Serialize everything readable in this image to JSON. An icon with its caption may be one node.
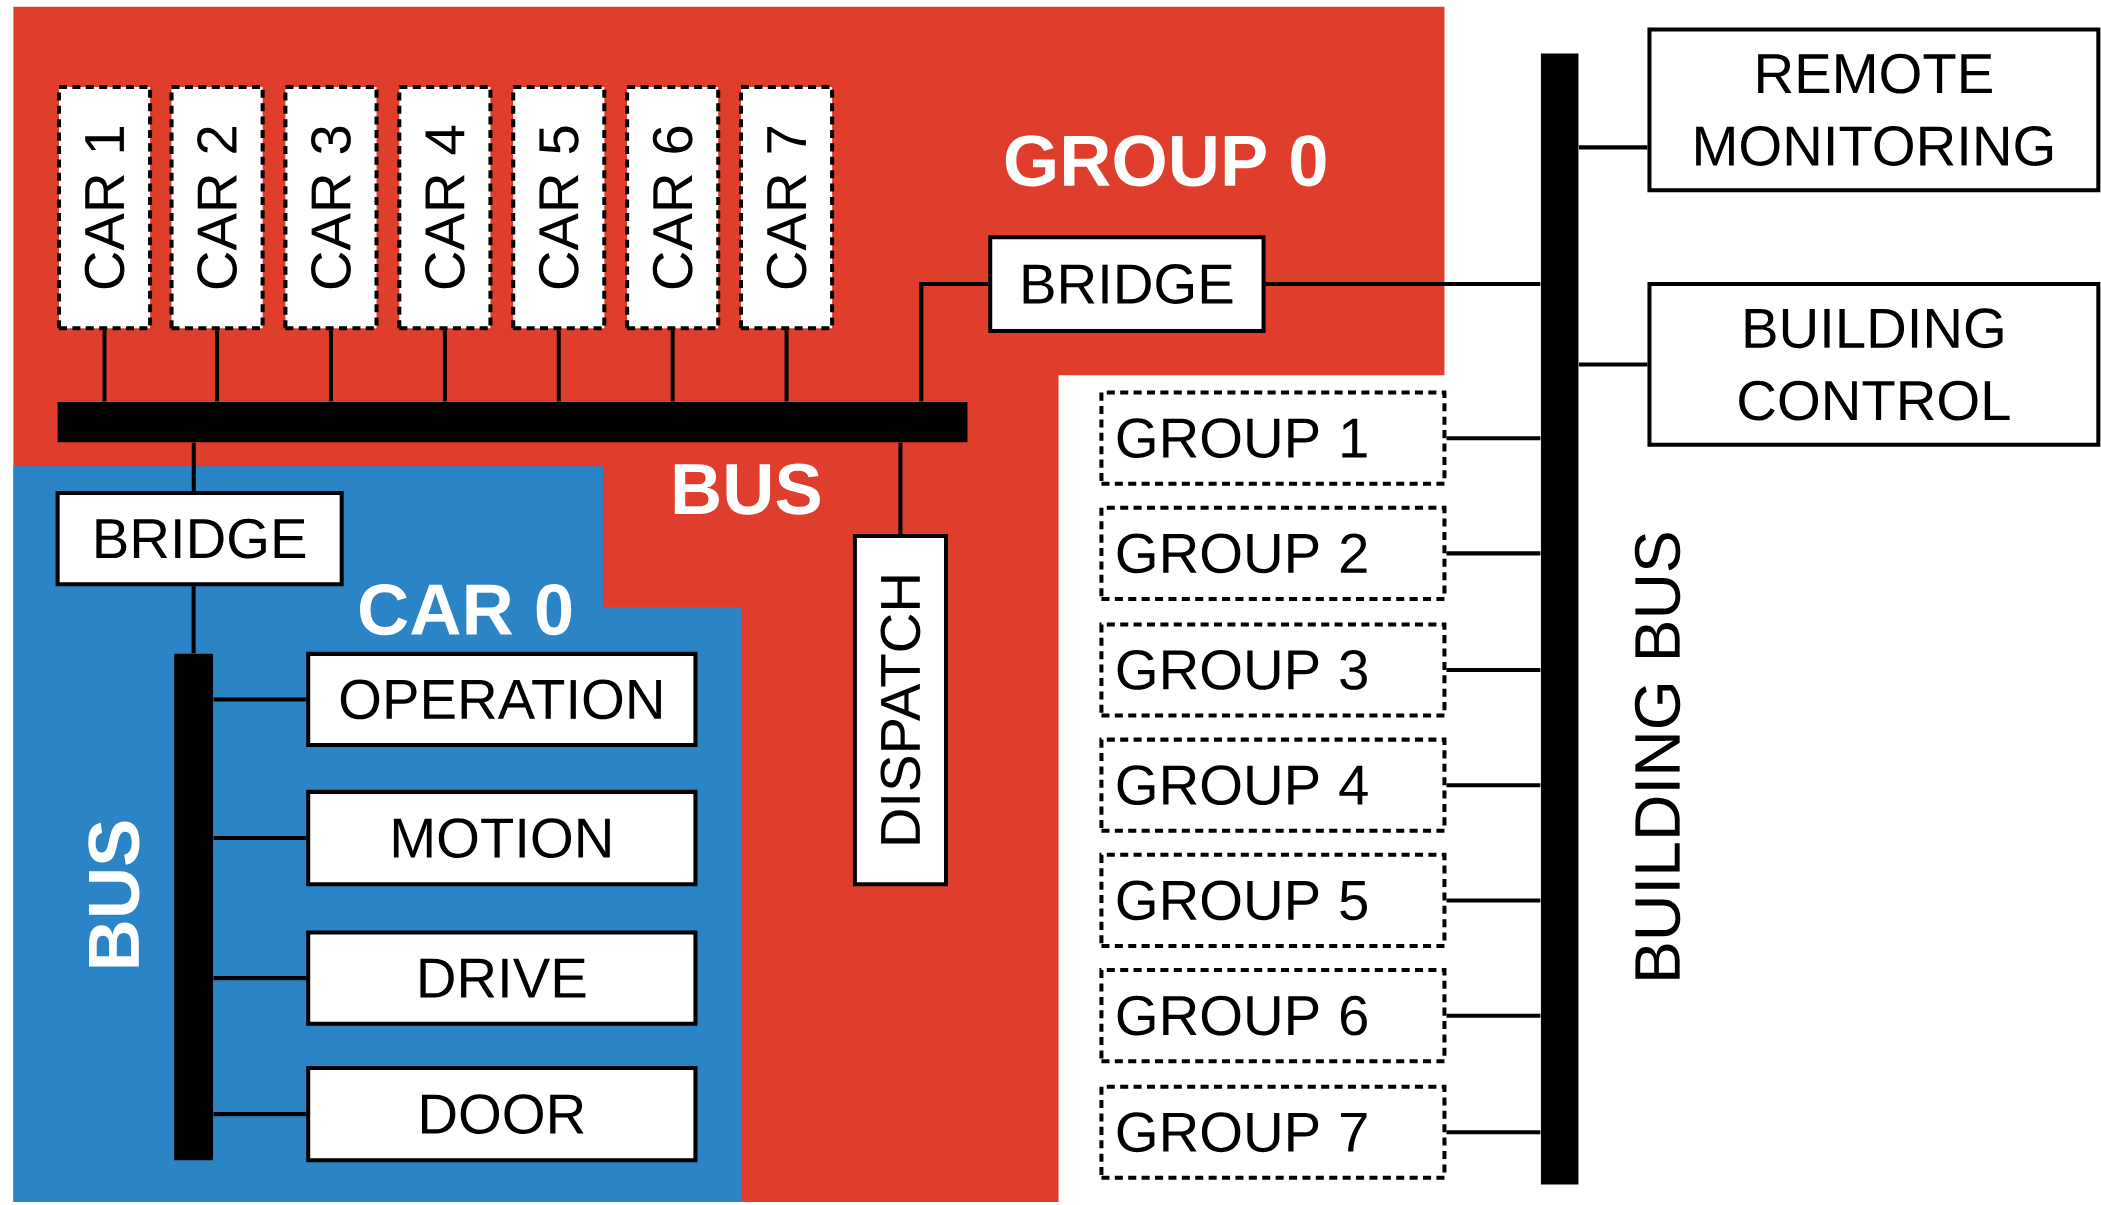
{
  "diagram": {
    "nodes": [
      {
        "text": [
          "GROUP 0"
        ]
      },
      {
        "text": [
          "CAR 1"
        ],
        "in": 0
      },
      {
        "text": [
          "CAR 2"
        ],
        "in": 0
      },
      {
        "text": [
          "CAR 3"
        ],
        "in": 0
      },
      {
        "text": [
          "CAR 4"
        ],
        "in": 0
      },
      {
        "text": [
          "CAR 5"
        ],
        "in": 0
      },
      {
        "text": [
          "CAR 6"
        ],
        "in": 0
      },
      {
        "text": [
          "CAR 7"
        ],
        "in": 0
      },
      {
        "text": [
          "BRIDGE"
        ],
        "in": 0
      },
      {
        "text": [],
        "shape": "bar",
        "beside": [
          "BUS"
        ],
        "in": 0
      },
      {
        "text": [
          "DISPATCH"
        ],
        "in": 0
      },
      {
        "text": [
          "CAR 0"
        ],
        "in": 0
      },
      {
        "text": [
          "BRIDGE"
        ],
        "in": 11
      },
      {
        "text": [],
        "shape": "bar",
        "beside": [
          "BUS"
        ],
        "in": 11
      },
      {
        "text": [
          "OPERATION"
        ],
        "in": 11
      },
      {
        "text": [
          "MOTION"
        ],
        "in": 11
      },
      {
        "text": [
          "DRIVE"
        ],
        "in": 11
      },
      {
        "text": [
          "DOOR"
        ],
        "in": 11
      },
      {
        "text": [],
        "shape": "bar",
        "beside": [
          "BUILDING BUS"
        ]
      },
      {
        "text": [
          "REMOTE MONITORING"
        ]
      },
      {
        "text": [
          "BUILDING CONTROL"
        ]
      },
      {
        "text": [
          "GROUP 1"
        ]
      },
      {
        "text": [
          "GROUP 2"
        ]
      },
      {
        "text": [
          "GROUP 3"
        ]
      },
      {
        "text": [
          "GROUP 4"
        ]
      },
      {
        "text": [
          "GROUP 5"
        ]
      },
      {
        "text": [
          "GROUP 6"
        ]
      },
      {
        "text": [
          "GROUP 7"
        ]
      }
    ],
    "edges": [
      {
        "from": 1,
        "to": 9,
        "arrow": "none"
      },
      {
        "from": 2,
        "to": 9,
        "arrow": "none"
      },
      {
        "from": 3,
        "to": 9,
        "arrow": "none"
      },
      {
        "from": 4,
        "to": 9,
        "arrow": "none"
      },
      {
        "from": 5,
        "to": 9,
        "arrow": "none"
      },
      {
        "from": 6,
        "to": 9,
        "arrow": "none"
      },
      {
        "from": 7,
        "to": 9,
        "arrow": "none"
      },
      {
        "from": 9,
        "to": 8,
        "arrow": "none"
      },
      {
        "from": 9,
        "to": 10,
        "arrow": "none"
      },
      {
        "from": 9,
        "to": 12,
        "arrow": "none"
      },
      {
        "from": 12,
        "to": 13,
        "arrow": "none"
      },
      {
        "from": 13,
        "to": 14,
        "arrow": "none"
      },
      {
        "from": 13,
        "to": 15,
        "arrow": "none"
      },
      {
        "from": 13,
        "to": 16,
        "arrow": "none"
      },
      {
        "from": 13,
        "to": 17,
        "arrow": "none"
      },
      {
        "from": 8,
        "to": 18,
        "arrow": "none"
      },
      {
        "from": 18,
        "to": 19,
        "arrow": "none"
      },
      {
        "from": 18,
        "to": 20,
        "arrow": "none"
      },
      {
        "from": 21,
        "to": 18,
        "arrow": "none"
      },
      {
        "from": 22,
        "to": 18,
        "arrow": "none"
      },
      {
        "from": 23,
        "to": 18,
        "arrow": "none"
      },
      {
        "from": 24,
        "to": 18,
        "arrow": "none"
      },
      {
        "from": 25,
        "to": 18,
        "arrow": "none"
      },
      {
        "from": 26,
        "to": 18,
        "arrow": "none"
      },
      {
        "from": 27,
        "to": 18,
        "arrow": "none"
      }
    ]
  }
}
